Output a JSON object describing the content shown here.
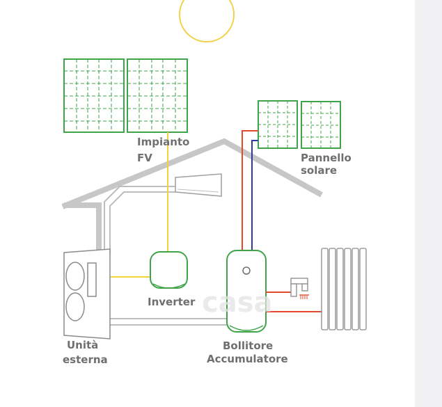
{
  "labels": {
    "pv_line1": "Impianto",
    "pv_line2": "FV",
    "solar_line1": "Pannello",
    "solar_line2": "solare",
    "inverter": "Inverter",
    "outdoor_line1": "Unità",
    "outdoor_line2": "esterna",
    "boiler_line1": "Bollitore",
    "boiler_line2": "Accumulatore"
  },
  "watermark": "casa",
  "colors": {
    "panel_green": "#3ea447",
    "solar_yellow": "#f1d04a",
    "pv_wire_yellow": "#f2d33a",
    "hot_red": "#e14a2e",
    "cold_blue": "#2e3aa0",
    "house_gray": "#c7c7c7",
    "pipe_gray": "#bdbdbd",
    "label_gray": "#6f6f6f",
    "side_panel": "#f1f1f3"
  },
  "icons": {
    "sun": "sun-icon",
    "pv_panel": "pv-panel-icon",
    "solar_panel": "solar-thermal-panel-icon",
    "ac_indoor": "air-conditioner-icon",
    "outdoor_unit": "heat-pump-outdoor-unit-icon",
    "inverter": "inverter-icon",
    "boiler": "storage-tank-icon",
    "faucet": "faucet-icon",
    "radiator": "radiator-icon"
  }
}
